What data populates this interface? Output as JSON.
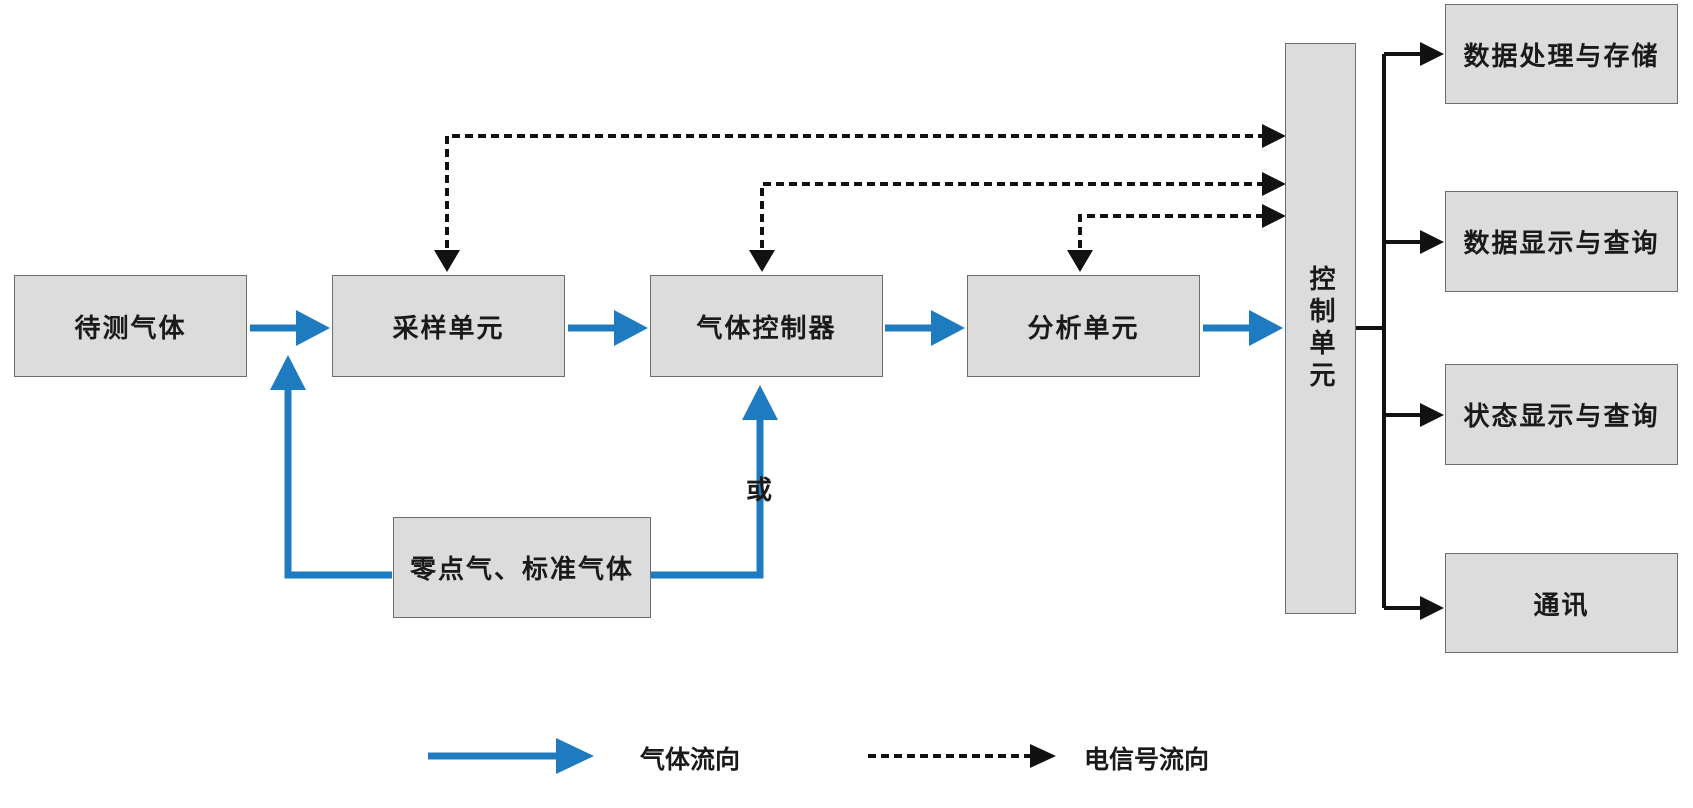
{
  "nodes": {
    "gas_to_test": "待测气体",
    "sampling_unit": "采样单元",
    "gas_controller": "气体控制器",
    "analysis_unit": "分析单元",
    "control_unit": "控制单元",
    "zero_standard_gas": "零点气、标准气体",
    "data_processing_storage": "数据处理与存储",
    "data_display_query": "数据显示与查询",
    "status_display_query": "状态显示与查询",
    "communication": "通讯"
  },
  "or_label": "或",
  "legend": {
    "gas_flow": "气体流向",
    "signal_flow": "电信号流向"
  },
  "colors": {
    "gas_flow": "#1f7bc0",
    "signal_flow": "#111111",
    "box_fill": "#dcdcdc"
  }
}
